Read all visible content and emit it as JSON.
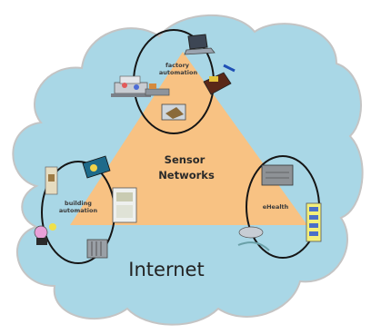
{
  "diagram": {
    "center_label_line1": "Sensor",
    "center_label_line2": "Networks",
    "domains": {
      "factory_line1": "factory",
      "factory_line2": "automation",
      "building_line1": "building",
      "building_line2": "automation",
      "health_label": "eHealth"
    },
    "cloud_label": "Internet",
    "colors": {
      "cloud_fill": "#a9d7e6",
      "cloud_stroke": "#c4c4c4",
      "triangle_fill": "#f8c283",
      "ring_stroke": "#151515"
    },
    "icons": [
      "laptop-icon",
      "machine-tool-icon",
      "robot-arm-icon",
      "conveyor-icon",
      "thermostat-icon",
      "light-switch-icon",
      "control-panel-icon",
      "radiator-icon",
      "sensor-node-icon",
      "server-rack-icon",
      "pill-dispenser-icon",
      "blood-pressure-icon"
    ]
  }
}
